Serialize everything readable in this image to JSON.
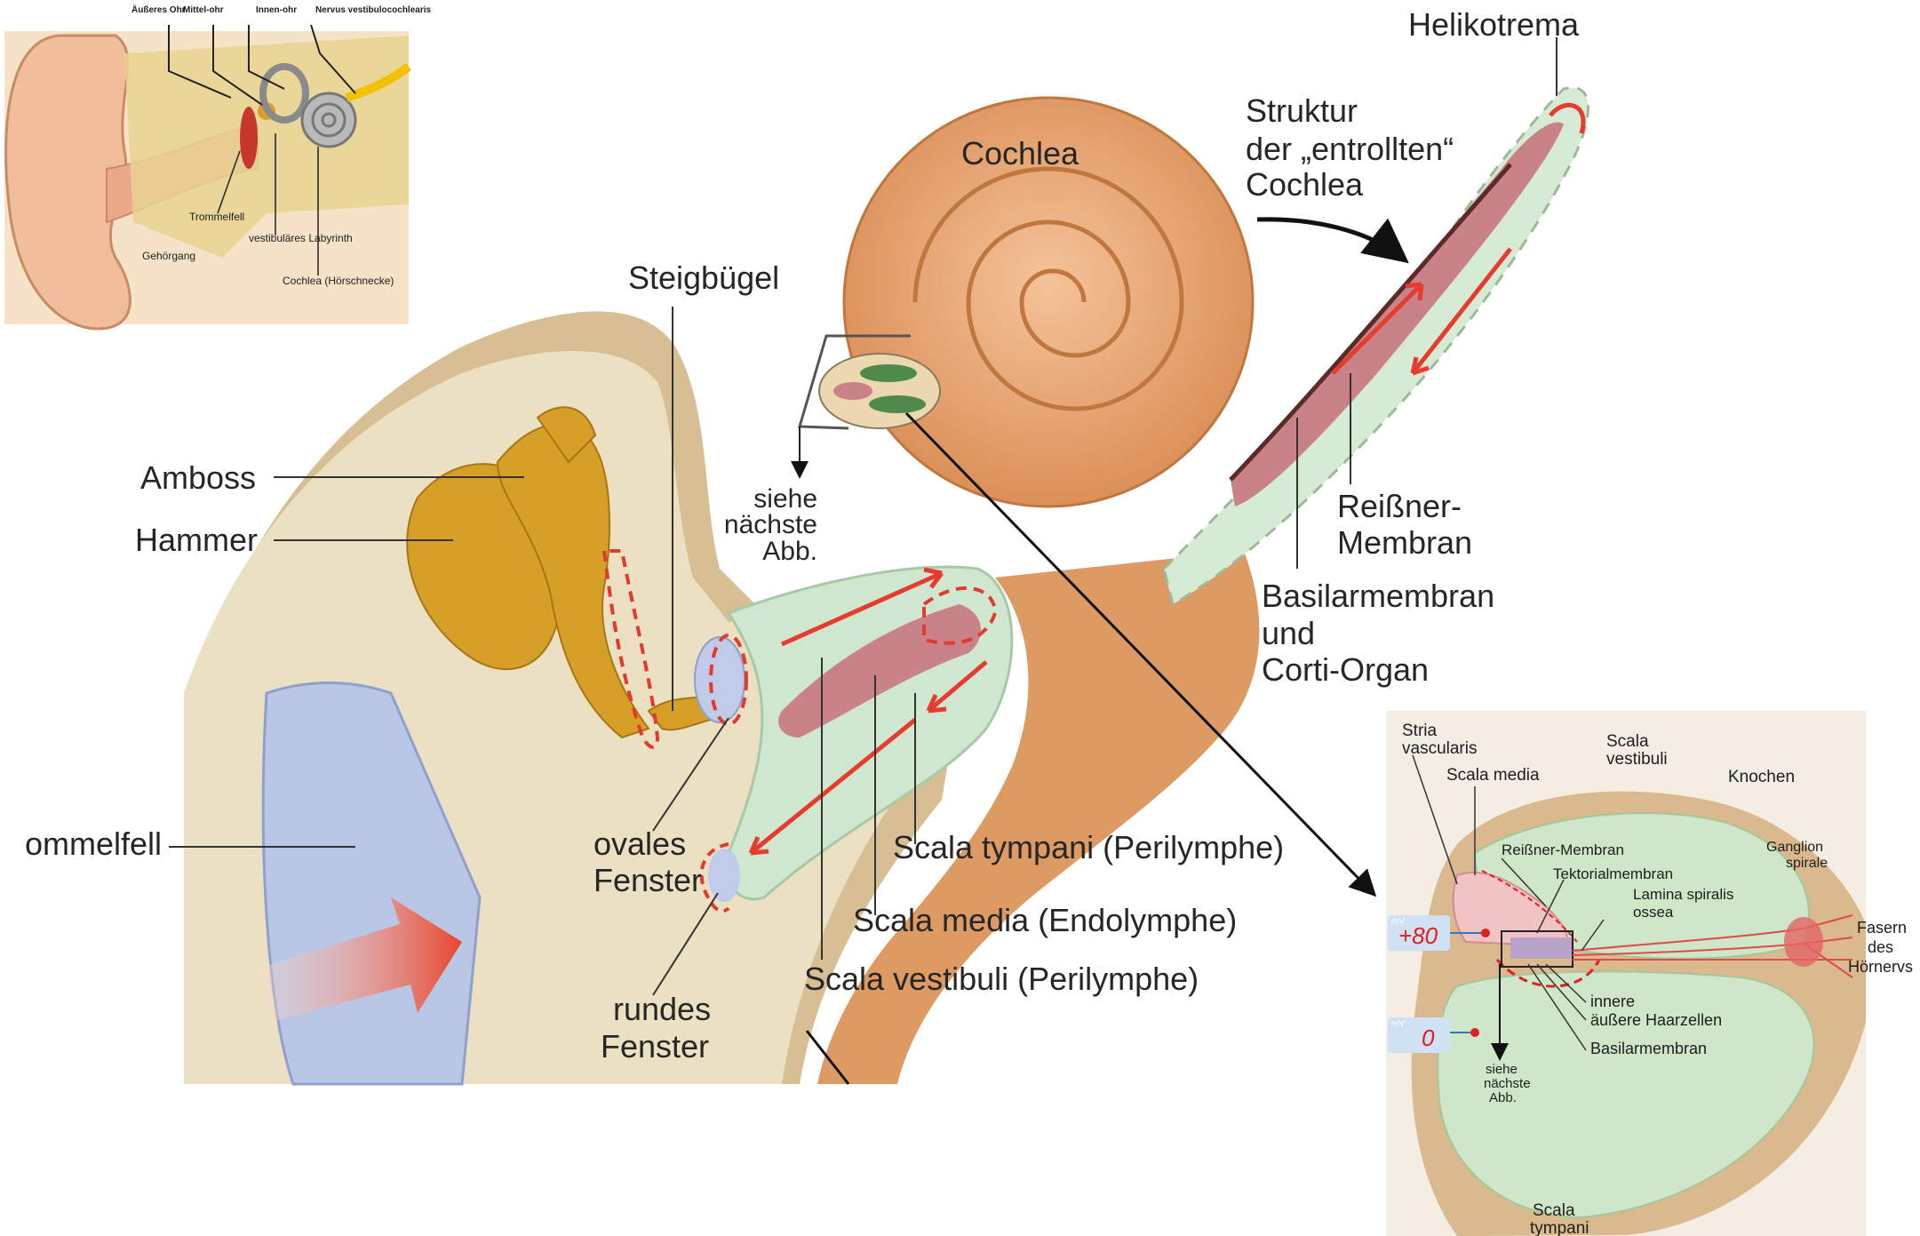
{
  "colors": {
    "bone": "#e8cfa3",
    "cochlea": "#e6a06c",
    "cochlea_dark": "#c87a45",
    "perilymph": "#cfe8cf",
    "endolymph": "#c9858a",
    "ossicle": "#d9a12b",
    "eardrum": "#b7c4e4",
    "arrow_red": "#e63b2e",
    "line": "#222222",
    "display_bg": "#cfe1f2",
    "display_text": "#e02020"
  },
  "overview": {
    "top_labels": [
      "Äußeres Ohr",
      "Mittel-ohr",
      "Innen-ohr",
      "Nervus vestibulocochlearis"
    ],
    "trommelfell": "Trommelfell",
    "gehoergang": "Gehörgang",
    "vestibulaeres": "vestibuläres Labyrinth",
    "cochlea": "Cochlea (Hörschnecke)"
  },
  "main": {
    "helikotrema": "Helikotrema",
    "cochlea": "Cochlea",
    "struktur": [
      "Struktur",
      "der „entrollten“",
      "Cochlea"
    ],
    "steigbuegel": "Steigbügel",
    "amboss": "Amboss",
    "hammer": "Hammer",
    "trommelfell": "ommelfell",
    "siehe": [
      "siehe",
      "nächste",
      "Abb."
    ],
    "reissner": [
      "Reißner-",
      "Membran"
    ],
    "basilar": [
      "Basilarmembran",
      "und",
      "Corti-Organ"
    ],
    "ovales": [
      "ovales",
      "Fenster"
    ],
    "rundes": [
      "rundes",
      "Fenster"
    ],
    "scala_tympani": "Scala tympani (Perilymphe)",
    "scala_media": "Scala media (Endolymphe)",
    "scala_vestibuli": "Scala vestibuli (Perilymphe)"
  },
  "inset": {
    "stria": [
      "Stria",
      "vascularis"
    ],
    "scala_media": "Scala media",
    "scala_vestibuli": [
      "Scala",
      "vestibuli"
    ],
    "knochen": "Knochen",
    "reissner": "Reißner-Membran",
    "tektorial": "Tektorialmembran",
    "lamina": [
      "Lamina spiralis",
      "ossea"
    ],
    "ganglion": [
      "Ganglion",
      "spirale"
    ],
    "fasern": [
      "Fasern",
      "des",
      "Hörnervs"
    ],
    "innere": "innere",
    "aeussere": "äußere Haarzellen",
    "basilar": "Basilarmembran",
    "siehe": [
      "siehe",
      "nächste",
      "Abb."
    ],
    "scala_tympani": [
      "Scala",
      "tympani"
    ],
    "unit1": "mV",
    "value1": "+80",
    "unit2": "mV",
    "value2": "0"
  }
}
